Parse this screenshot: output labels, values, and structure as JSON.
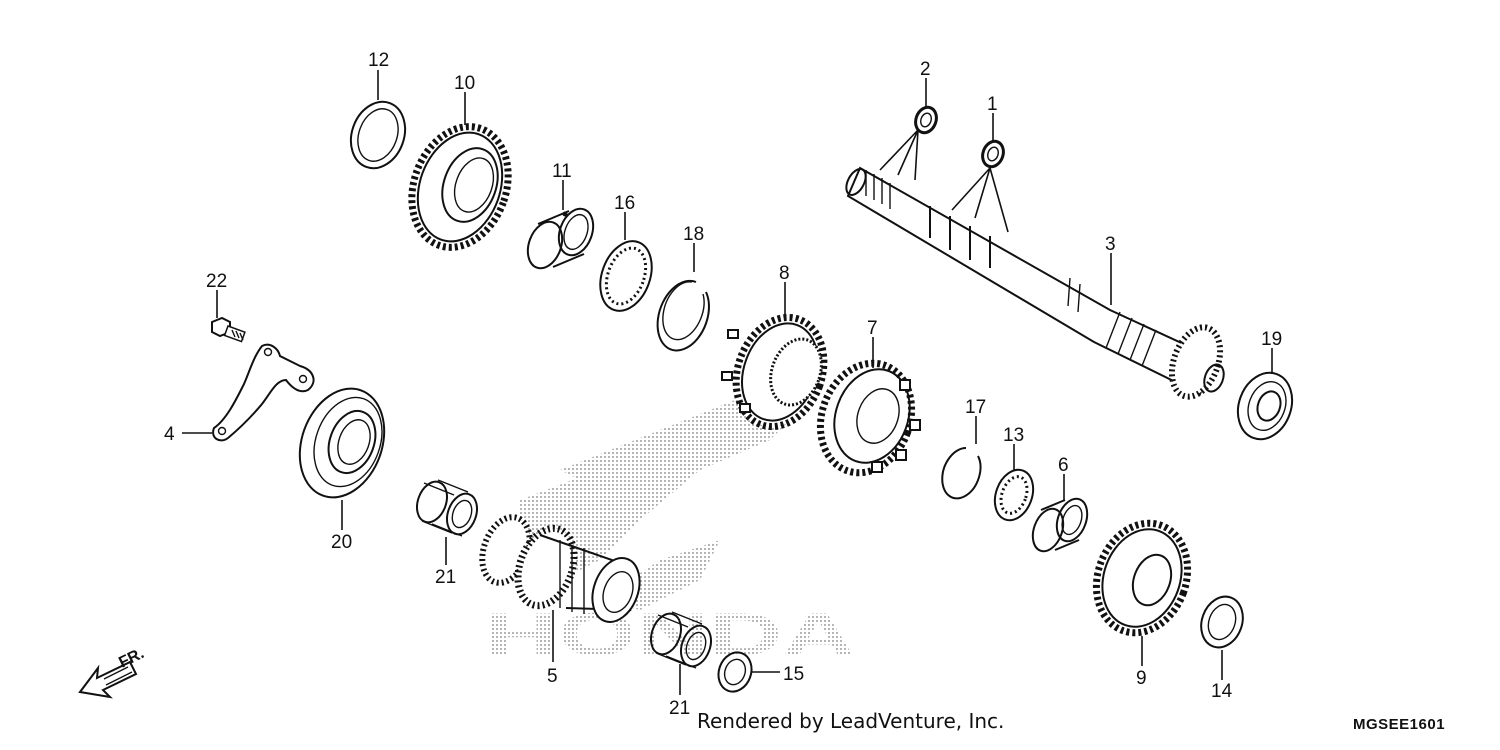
{
  "diagram": {
    "part_labels": {
      "p1": "1",
      "p2": "2",
      "p3": "3",
      "p4": "4",
      "p5": "5",
      "p6": "6",
      "p7": "7",
      "p8": "8",
      "p9": "9",
      "p10": "10",
      "p11": "11",
      "p12": "12",
      "p13": "13",
      "p14": "14",
      "p15": "15",
      "p16": "16",
      "p17": "17",
      "p18": "18",
      "p19": "19",
      "p20": "20",
      "p21a": "21",
      "p21b": "21",
      "p22": "22"
    },
    "direction_label": "FR.",
    "credit": "Rendered by LeadVenture, Inc.",
    "diagram_code": "MGSEE1601",
    "watermark_text": "HONDA",
    "colors": {
      "line": "#111111",
      "watermark": "#b5b5b5",
      "background": "#ffffff"
    }
  }
}
